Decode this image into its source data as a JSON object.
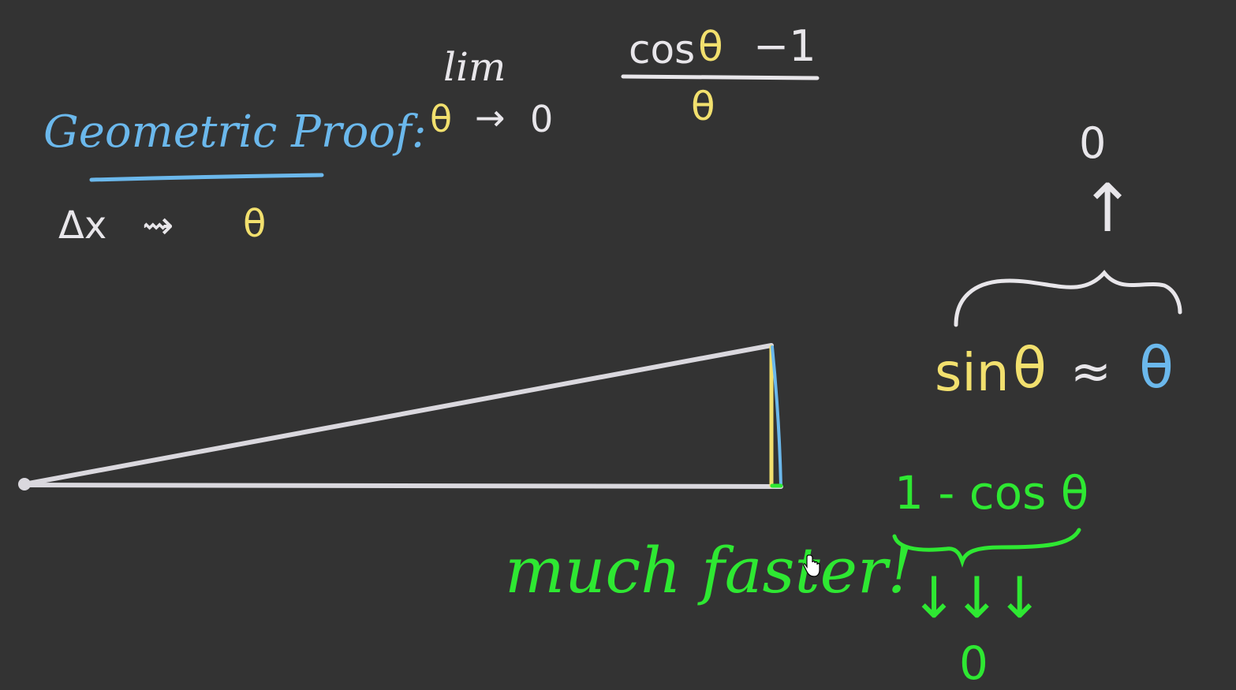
{
  "heading": "Geometric Proof:",
  "substitution": {
    "left": "Δx",
    "arrow": "⇝",
    "right": "θ"
  },
  "limit": {
    "lim": "lim",
    "sub_var": "θ",
    "sub_arrow": "→",
    "sub_target": "0",
    "numerator_cos": "cos",
    "numerator_theta": "θ",
    "numerator_minus_one": "−1",
    "denominator": "θ"
  },
  "approximation": {
    "sin": "sin",
    "theta_left": "θ",
    "approx": "≈",
    "theta_right": "θ",
    "top_value": "0",
    "up_arrow": "↑"
  },
  "green_notes": {
    "expression": "1 - cos θ",
    "remark": "much faster!",
    "down_arrows": "↓↓↓",
    "bottom_value": "0"
  },
  "colors": {
    "background": "#333333",
    "chalk_white": "#e8e6ea",
    "yellow": "#f2e06e",
    "blue": "#6bb8ec",
    "green": "#2ee832"
  },
  "icons": [
    "hand-pointer-icon"
  ]
}
